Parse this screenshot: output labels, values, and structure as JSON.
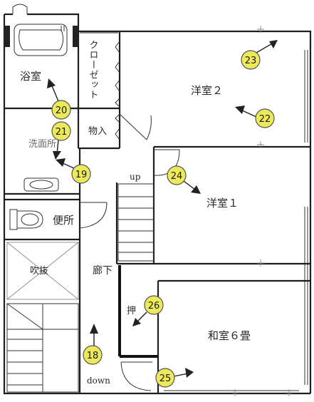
{
  "rooms": {
    "bath": "浴室",
    "closet": "クローゼット",
    "storage": "物入",
    "western2": "洋室２",
    "washroom": "洗面所",
    "toilet": "便所",
    "western1": "洋室１",
    "atrium": "吹抜",
    "hallway": "廊下",
    "oshiire": "押",
    "japanese": "和室６畳"
  },
  "stairs": {
    "up": "up",
    "down": "down"
  },
  "markers": [
    {
      "id": "18",
      "label": "18"
    },
    {
      "id": "19",
      "label": "19"
    },
    {
      "id": "20",
      "label": "20"
    },
    {
      "id": "21",
      "label": "21"
    },
    {
      "id": "22",
      "label": "22"
    },
    {
      "id": "23",
      "label": "23"
    },
    {
      "id": "24",
      "label": "24"
    },
    {
      "id": "25",
      "label": "25"
    },
    {
      "id": "26",
      "label": "26"
    }
  ]
}
